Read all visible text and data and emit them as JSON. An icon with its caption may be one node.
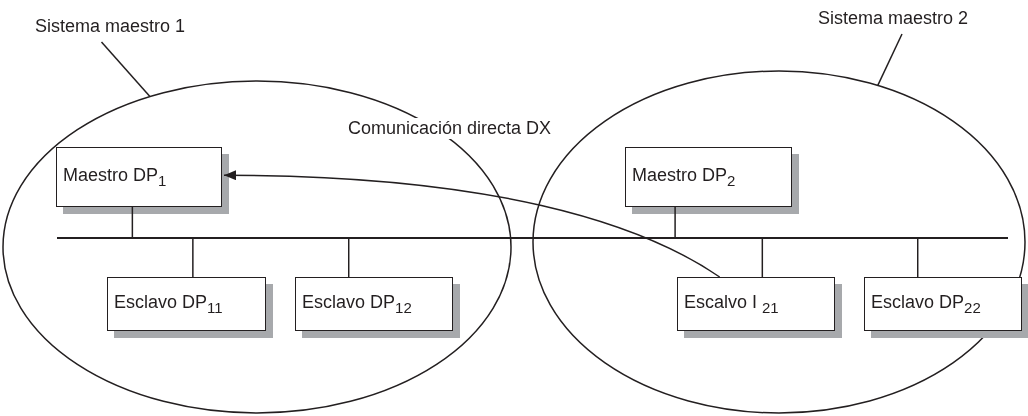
{
  "diagram": {
    "nodes": [
      {
        "text": [
          "Sistema maestro 1"
        ]
      },
      {
        "text": [
          "Sistema maestro 2"
        ]
      },
      {
        "text": [],
        "shape": "ellipse"
      },
      {
        "text": [],
        "shape": "ellipse"
      },
      {
        "text": [
          "Maestro DP$_{1}$"
        ],
        "in": 2
      },
      {
        "text": [
          "Maestro DP$_{2}$"
        ],
        "in": 3
      },
      {
        "text": [],
        "shape": "bar"
      },
      {
        "text": [
          "Esclavo DP$_{11}$"
        ],
        "in": 2
      },
      {
        "text": [
          "Esclavo DP$_{12}$"
        ],
        "in": 2
      },
      {
        "text": [
          "Escalvo I $_{21}$"
        ],
        "in": 3
      },
      {
        "text": [
          "Esclavo DP$_{22}$"
        ],
        "in": 3
      }
    ],
    "edges": [
      {
        "from": 0,
        "to": 2,
        "arrow": "none"
      },
      {
        "from": 1,
        "to": 3,
        "arrow": "none"
      },
      {
        "from": 4,
        "to": 6,
        "arrow": "none"
      },
      {
        "from": 5,
        "to": 6,
        "arrow": "none"
      },
      {
        "from": 7,
        "to": 6,
        "arrow": "none"
      },
      {
        "from": 8,
        "to": 6,
        "arrow": "none"
      },
      {
        "from": 9,
        "to": 6,
        "arrow": "none"
      },
      {
        "from": 10,
        "to": 6,
        "arrow": "none"
      },
      {
        "from": 9,
        "to": 4,
        "arrow": "to",
        "label": "Comunicación directa DX"
      }
    ]
  }
}
